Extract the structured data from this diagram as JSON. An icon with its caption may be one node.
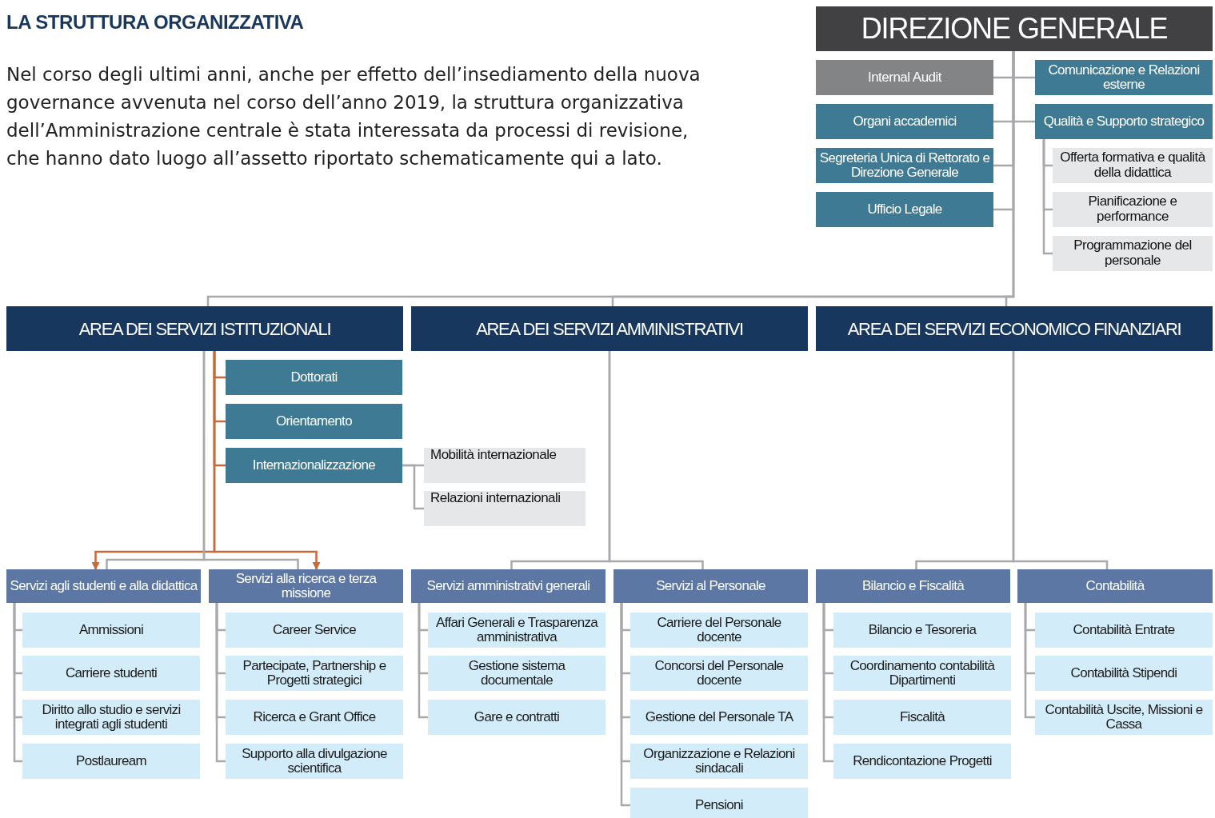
{
  "diagram": {
    "title": "LA STRUTTURA ORGANIZZATIVA",
    "nodes": [
      {
        "text": [
          "DIREZIONE GENERALE"
        ]
      },
      {
        "text": [
          "Internal Audit"
        ]
      },
      {
        "text": [
          "Comunicazione e Relazioni esterne"
        ]
      },
      {
        "text": [
          "Organi accademici"
        ]
      },
      {
        "text": [
          "Qualità e Supporto strategico"
        ]
      },
      {
        "text": [
          "Segreteria Unica di Rettorato e Direzione Generale"
        ]
      },
      {
        "text": [
          "Offerta formativa e qualità della didattica"
        ]
      },
      {
        "text": [
          "Ufficio Legale"
        ]
      },
      {
        "text": [
          "Pianificazione e performance"
        ]
      },
      {
        "text": [
          "Programmazione del personale"
        ]
      },
      {
        "text": [
          "AREA DEI SERVIZI ISTITUZIONALI"
        ]
      },
      {
        "text": [
          "AREA DEI SERVIZI AMMINISTRATIVI"
        ]
      },
      {
        "text": [
          "AREA DEI SERVIZI ECONOMICO FINANZIARI"
        ]
      },
      {
        "text": [
          "Dottorati"
        ]
      },
      {
        "text": [
          "Orientamento"
        ]
      },
      {
        "text": [
          "Internazionalizzazione"
        ]
      },
      {
        "text": [
          "Mobilità internazionale"
        ]
      },
      {
        "text": [
          "Relazioni internazionali"
        ]
      },
      {
        "text": [
          "Servizi agli studenti e alla didattica"
        ]
      },
      {
        "text": [
          "Servizi alla ricerca e terza missione"
        ]
      },
      {
        "text": [
          "Servizi amministrativi generali"
        ]
      },
      {
        "text": [
          "Servizi al Personale"
        ]
      },
      {
        "text": [
          "Bilancio e Fiscalità"
        ]
      },
      {
        "text": [
          "Contabilità"
        ]
      },
      {
        "text": [
          "Ammissioni"
        ]
      },
      {
        "text": [
          "Carriere studenti"
        ]
      },
      {
        "text": [
          "Diritto allo studio e servizi integrati agli studenti"
        ]
      },
      {
        "text": [
          "Postlauream"
        ]
      },
      {
        "text": [
          "Career Service"
        ]
      },
      {
        "text": [
          "Partecipate, Partnership e Progetti strategici"
        ]
      },
      {
        "text": [
          "Ricerca e Grant Office"
        ]
      },
      {
        "text": [
          "Supporto alla divulgazione scientifica"
        ]
      },
      {
        "text": [
          "Affari Generali e Trasparenza amministrativa"
        ]
      },
      {
        "text": [
          "Gestione sistema documentale"
        ]
      },
      {
        "text": [
          "Gare e contratti"
        ]
      },
      {
        "text": [
          "Carriere del Personale docente"
        ]
      },
      {
        "text": [
          "Concorsi del Personale docente"
        ]
      },
      {
        "text": [
          "Gestione del Personale TA"
        ]
      },
      {
        "text": [
          "Organizzazione e Relazioni sindacali"
        ]
      },
      {
        "text": [
          "Pensioni"
        ]
      },
      {
        "text": [
          "Bilancio e Tesoreria"
        ]
      },
      {
        "text": [
          "Coordinamento contabilità Dipartimenti"
        ]
      },
      {
        "text": [
          "Fiscalità"
        ]
      },
      {
        "text": [
          "Rendicontazione Progetti"
        ]
      },
      {
        "text": [
          "Contabilità Entrate"
        ]
      },
      {
        "text": [
          "Contabilità Stipendi"
        ]
      },
      {
        "text": [
          "Contabilità Uscite, Missioni e Cassa"
        ]
      }
    ],
    "edges": [
      {
        "from": 0,
        "to": 1,
        "arrow": "none"
      },
      {
        "from": 0,
        "to": 2,
        "arrow": "none"
      },
      {
        "from": 0,
        "to": 3,
        "arrow": "none"
      },
      {
        "from": 0,
        "to": 4,
        "arrow": "none"
      },
      {
        "from": 0,
        "to": 5,
        "arrow": "none"
      },
      {
        "from": 0,
        "to": 7,
        "arrow": "none"
      },
      {
        "from": 4,
        "to": 6,
        "arrow": "none"
      },
      {
        "from": 4,
        "to": 8,
        "arrow": "none"
      },
      {
        "from": 4,
        "to": 9,
        "arrow": "none"
      },
      {
        "from": 0,
        "to": 10,
        "arrow": "none"
      },
      {
        "from": 0,
        "to": 11,
        "arrow": "none"
      },
      {
        "from": 0,
        "to": 12,
        "arrow": "none"
      },
      {
        "from": 10,
        "to": 13,
        "arrow": "none",
        "color": "#c8693a"
      },
      {
        "from": 10,
        "to": 14,
        "arrow": "none",
        "color": "#c8693a"
      },
      {
        "from": 10,
        "to": 15,
        "arrow": "none",
        "color": "#c8693a"
      },
      {
        "from": 15,
        "to": 16,
        "arrow": "none"
      },
      {
        "from": 15,
        "to": 17,
        "arrow": "none"
      },
      {
        "from": 10,
        "to": 18,
        "arrow": "to",
        "color": "#c8693a"
      },
      {
        "from": 10,
        "to": 19,
        "arrow": "to",
        "color": "#c8693a"
      },
      {
        "from": 10,
        "to": 18,
        "arrow": "none"
      },
      {
        "from": 10,
        "to": 19,
        "arrow": "none"
      },
      {
        "from": 11,
        "to": 20,
        "arrow": "none"
      },
      {
        "from": 11,
        "to": 21,
        "arrow": "none"
      },
      {
        "from": 12,
        "to": 22,
        "arrow": "none"
      },
      {
        "from": 12,
        "to": 23,
        "arrow": "none"
      },
      {
        "from": 18,
        "to": 24,
        "arrow": "none"
      },
      {
        "from": 18,
        "to": 25,
        "arrow": "none"
      },
      {
        "from": 18,
        "to": 26,
        "arrow": "none"
      },
      {
        "from": 18,
        "to": 27,
        "arrow": "none"
      },
      {
        "from": 19,
        "to": 28,
        "arrow": "none"
      },
      {
        "from": 19,
        "to": 29,
        "arrow": "none"
      },
      {
        "from": 19,
        "to": 30,
        "arrow": "none"
      },
      {
        "from": 19,
        "to": 31,
        "arrow": "none"
      },
      {
        "from": 20,
        "to": 32,
        "arrow": "none"
      },
      {
        "from": 20,
        "to": 33,
        "arrow": "none"
      },
      {
        "from": 20,
        "to": 34,
        "arrow": "none"
      },
      {
        "from": 21,
        "to": 35,
        "arrow": "none"
      },
      {
        "from": 21,
        "to": 36,
        "arrow": "none"
      },
      {
        "from": 21,
        "to": 37,
        "arrow": "none"
      },
      {
        "from": 21,
        "to": 38,
        "arrow": "none"
      },
      {
        "from": 21,
        "to": 39,
        "arrow": "none"
      },
      {
        "from": 22,
        "to": 40,
        "arrow": "none"
      },
      {
        "from": 22,
        "to": 41,
        "arrow": "none"
      },
      {
        "from": 22,
        "to": 42,
        "arrow": "none"
      },
      {
        "from": 22,
        "to": 43,
        "arrow": "none"
      },
      {
        "from": 23,
        "to": 44,
        "arrow": "none"
      },
      {
        "from": 23,
        "to": 45,
        "arrow": "none"
      },
      {
        "from": 23,
        "to": 46,
        "arrow": "none"
      }
    ],
    "labels": [
      "Nel corso degli ultimi anni, anche per effetto dell’insediamento della nuova governance avvenuta nel corso dell’anno 2019, la struttura organizzativa dell’Amministrazione centrale è stata interessata da processi di revisione, che hanno dato luogo all’assetto riportato schematicamente qui a lato."
    ]
  }
}
